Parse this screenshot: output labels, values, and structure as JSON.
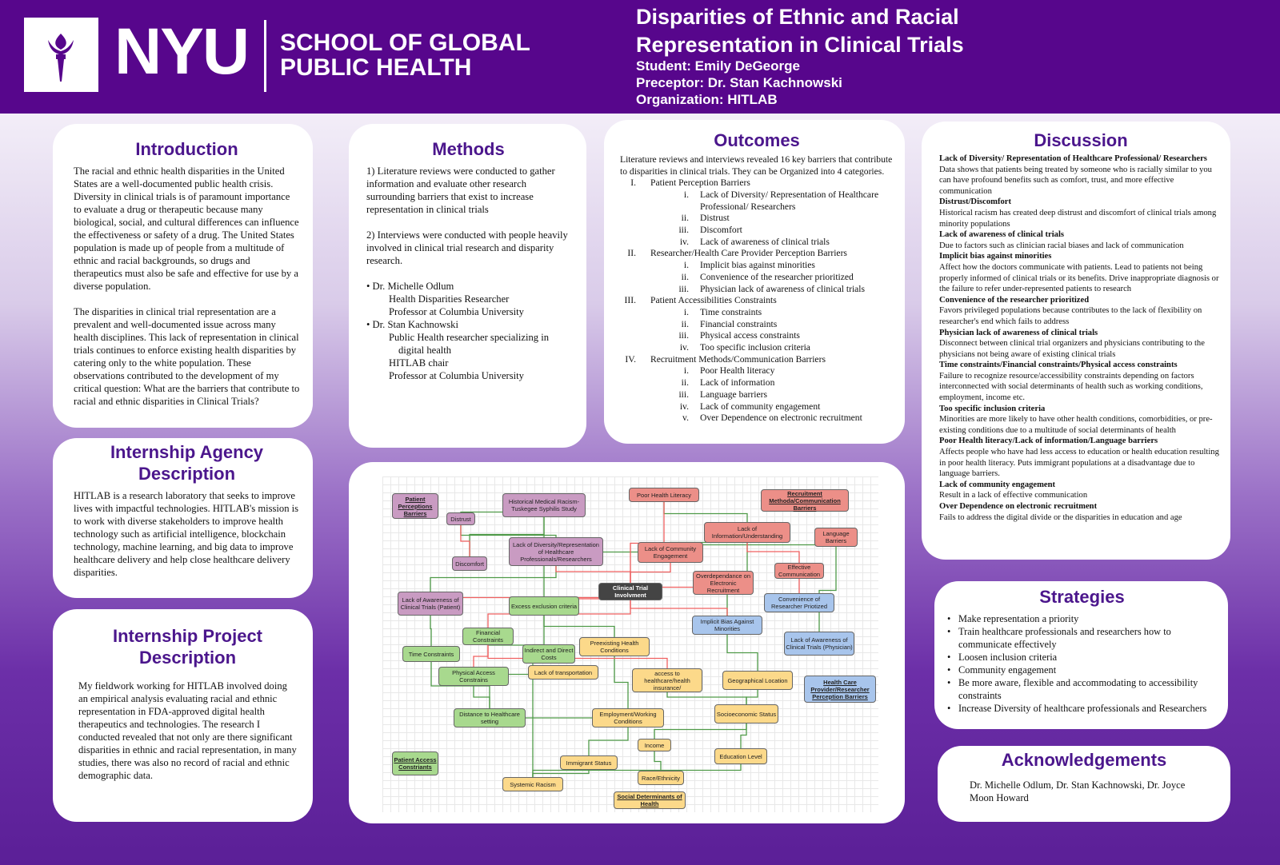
{
  "header": {
    "logo_text": "NYU",
    "school": "SCHOOL OF GLOBAL",
    "school2": "PUBLIC HEALTH",
    "title1": "Disparities of Ethnic and Racial",
    "title2": "Representation in Clinical Trials",
    "student": "Student: Emily DeGeorge",
    "preceptor": "Preceptor: Dr. Stan Kachnowski",
    "organization": "Organization: HITLAB"
  },
  "intro": {
    "title": "Introduction",
    "p1": "The racial and ethnic health disparities in the United States are a well-documented public health crisis. Diversity in clinical trials is of paramount importance to evaluate a drug or therapeutic because many biological, social, and cultural differences can influence the effectiveness or safety of a drug. The United States population is made up of people from a multitude of ethnic and racial backgrounds, so drugs and therapeutics must also be safe and effective for use by a diverse population.",
    "p2": "The disparities in clinical trial representation are a prevalent and well-documented issue across many health disciplines. This lack of representation in clinical trials continues to enforce existing health disparities by catering only to the white population. These observations contributed to the development of my critical question: What are the barriers that contribute to racial and ethnic disparities in Clinical Trials?"
  },
  "agency": {
    "title1": "Internship Agency",
    "title2": "Description",
    "p": "HITLAB is a research laboratory that seeks to improve lives with impactful technologies. HITLAB's mission is to work with diverse stakeholders to improve health technology such as artificial intelligence, blockchain technology, machine learning, and big data to improve healthcare delivery and help close healthcare delivery disparities."
  },
  "project": {
    "title1": "Internship Project",
    "title2": "Description",
    "p": "My fieldwork working for HITLAB involved doing an empirical analysis evaluating racial and ethnic representation in FDA-approved digital health therapeutics and technologies. The research I conducted revealed that not only are there significant disparities in ethnic and racial representation, in many studies, there was also no record of racial and ethnic demographic data."
  },
  "methods": {
    "title": "Methods",
    "m1": "1)   Literature reviews were conducted to gather information and evaluate other research surrounding barriers that exist to increase representation in clinical trials",
    "m2": "2) Interviews were conducted with people heavily involved in clinical trial research and disparity research.",
    "people": [
      {
        "name": "•  Dr. Michelle Odlum",
        "roles": [
          "Health Disparities Researcher",
          "Professor at Columbia University"
        ]
      },
      {
        "name": "•  Dr. Stan Kachnowski",
        "roles": [
          "Public Health researcher specializing in digital health",
          "HITLAB chair",
          "Professor at Columbia University"
        ]
      }
    ]
  },
  "outcomes": {
    "title": "Outcomes",
    "intro": "Literature reviews and interviews revealed 16 key barriers that contribute to disparities in clinical trials. They can be Organized into 4 categories.",
    "groups": [
      {
        "n": "I.",
        "label": "Patient Perception Barriers",
        "items": [
          [
            "i.",
            "Lack of Diversity/ Representation of Healthcare Professional/ Researchers"
          ],
          [
            "ii.",
            "Distrust"
          ],
          [
            "iii.",
            "Discomfort"
          ],
          [
            "iv.",
            "Lack of awareness of clinical trials"
          ]
        ]
      },
      {
        "n": "II.",
        "label": "Researcher/Health Care Provider Perception Barriers",
        "items": [
          [
            "i.",
            "Implicit bias against minorities"
          ],
          [
            "ii.",
            "Convenience of the researcher prioritized"
          ],
          [
            "iii.",
            "Physician lack of awareness of clinical trials"
          ]
        ]
      },
      {
        "n": "III.",
        "label": "Patient Accessibilities Constraints",
        "items": [
          [
            "i.",
            "Time constraints"
          ],
          [
            "ii.",
            "Financial constraints"
          ],
          [
            "iii.",
            "Physical access constraints"
          ],
          [
            "iv.",
            "Too specific inclusion criteria"
          ]
        ]
      },
      {
        "n": "IV.",
        "label": "Recruitment Methods/Communication Barriers",
        "items": [
          [
            "i.",
            "Poor Health literacy"
          ],
          [
            "ii.",
            "Lack of information"
          ],
          [
            "iii.",
            "Language barriers"
          ],
          [
            "iv.",
            "Lack of community engagement"
          ],
          [
            "v.",
            "Over Dependence on electronic recruitment"
          ]
        ]
      }
    ]
  },
  "discussion": {
    "title": "Discussion",
    "items": [
      [
        "Lack of Diversity/ Representation of Healthcare Professional/ Researchers",
        "Data shows that patients being treated by someone who is racially similar to you can have profound benefits such as comfort, trust, and more effective communication"
      ],
      [
        "Distrust/Discomfort",
        "Historical racism has created deep distrust and discomfort of clinical trials among minority populations"
      ],
      [
        "Lack of awareness of clinical trials",
        "Due to factors such as clinician racial biases and lack of communication"
      ],
      [
        "Implicit bias against minorities",
        "Affect how the doctors communicate with patients. Lead to patients not being properly informed of clinical trials or its benefits. Drive inappropriate diagnosis or the failure to refer under-represented patients to research"
      ],
      [
        "Convenience of the researcher prioritized",
        "Favors privileged populations because contributes to the lack of flexibility on researcher's end which fails to address"
      ],
      [
        "Physician lack of awareness of clinical trials",
        "Disconnect between clinical trial organizers and physicians contributing to the physicians not being aware of existing clinical trials"
      ],
      [
        "Time constraints/Financial constraints/Physical access constraints",
        "Failure to recognize resource/accessibility constraints depending on factors interconnected with social determinants of health such as  working conditions, employment, income etc."
      ],
      [
        "Too specific inclusion criteria",
        "Minorities are more likely to have other health conditions, comorbidities, or pre-existing conditions due to a multitude of social determinants of health"
      ],
      [
        "Poor Health literacy/Lack of information/Language barriers",
        "Affects people who have had less access to education or health education resulting in poor health literacy. Puts immigrant populations at a disadvantage due to language barriers."
      ],
      [
        "Lack of community engagement",
        "Result in a lack of effective communication"
      ],
      [
        "Over Dependence on electronic recruitment",
        "Fails to address the digital divide or the disparities in education and age"
      ]
    ]
  },
  "strategies": {
    "title": "Strategies",
    "items": [
      "Make representation a priority",
      "Train healthcare professionals and researchers how to communicate effectively",
      "Loosen inclusion criteria",
      "Community engagement",
      "Be more aware, flexible and accommodating to accessibility constraints",
      "Increase Diversity of healthcare professionals and Researchers"
    ]
  },
  "ack": {
    "title": "Acknowledgements",
    "text": "Dr. Michelle Odlum, Dr. Stan Kachnowski, Dr. Joyce Moon Howard"
  },
  "diagram": {
    "nodes": {
      "ppb": "Patient Perceptions Barriers",
      "hist": "Historical Medical Racism-Tuskegee Syphilis Study",
      "distrust": "Distrust",
      "phl": "Poor Health Literacy",
      "rmcb": "Recruitment Methoda/Communication Barriers",
      "loi": "Lack of Information/Understanding",
      "lang": "Language Barriers",
      "lod": "Lack of Diversity/Representation of Healthcare Professionals/Researchers",
      "lce": "Lack of Community Engagement",
      "disc": "Discomfort",
      "eff": "Effective Communication",
      "over": "Overdependance on Electronic Recruitment",
      "cti": "Clinical Trial Involvment",
      "lap": "Lack of Awareness of Clinical Trials (Patient)",
      "exc": "Excess exclusion criteria",
      "conv": "Convenience of Researcher Priotized",
      "ibm": "Implicit Bias Against Minorities",
      "laph": "Lack of Awareness of Clinical Trials (Physician)",
      "fin": "Financial Constraints",
      "time": "Time Constraints",
      "idc": "Indirect and Direct Costs",
      "pre": "Preexisting Health Conditions",
      "pac": "Physical Access Constrains",
      "lot": "Lack of transportation",
      "ahi": "access to healthcare/health insurance/",
      "geo": "Geographical Location",
      "hcp": "Health Care Provider/Researcher Perception Barriers",
      "ses": "Socioeconomic Status",
      "dist": "Distance to Healthcare setting",
      "emp": "Employment/Working Conditions",
      "inc": "Income",
      "edu": "Education Level",
      "pacb": "Patient Access Constriants",
      "imm": "Immigrant Status",
      "race": "Race/Ethnicity",
      "sys": "Systemic Racism",
      "sdh": "Social Determinants of Health"
    },
    "edges_red": [
      [
        "lap",
        "cti"
      ],
      [
        "exc",
        "cti"
      ],
      [
        "fin",
        "cti"
      ],
      [
        "lod",
        "cti"
      ],
      [
        "lce",
        "cti"
      ],
      [
        "over",
        "cti"
      ],
      [
        "ibm",
        "cti"
      ],
      [
        "phl",
        "cti"
      ],
      [
        "distrust",
        "disc"
      ],
      [
        "conv",
        "eff"
      ],
      [
        "eff",
        "loi"
      ],
      [
        "pac",
        "fin"
      ],
      [
        "ahi",
        "fin"
      ]
    ],
    "edges_green": [
      [
        "hist",
        "distrust"
      ],
      [
        "hist",
        "disc"
      ],
      [
        "lod",
        "distrust"
      ],
      [
        "lod",
        "lce"
      ],
      [
        "phl",
        "loi"
      ],
      [
        "lce",
        "loi"
      ],
      [
        "lang",
        "lce"
      ],
      [
        "lod",
        "lap"
      ],
      [
        "time",
        "lap"
      ],
      [
        "idc",
        "fin"
      ],
      [
        "lot",
        "pac"
      ],
      [
        "dist",
        "pac"
      ],
      [
        "dist",
        "time"
      ],
      [
        "ses",
        "ahi"
      ],
      [
        "ses",
        "geo"
      ],
      [
        "edu",
        "ses"
      ],
      [
        "inc",
        "ses"
      ],
      [
        "race",
        "inc"
      ],
      [
        "imm",
        "emp"
      ],
      [
        "sys",
        "imm"
      ],
      [
        "sys",
        "edu"
      ],
      [
        "emp",
        "dist"
      ],
      [
        "pre",
        "exc"
      ],
      [
        "geo",
        "ibm"
      ],
      [
        "laph",
        "lang"
      ],
      [
        "ibm",
        "loi"
      ],
      [
        "emp",
        "pre"
      ],
      [
        "sys",
        "hist"
      ]
    ]
  },
  "colors": {
    "brand": "#57068c",
    "heading": "#4b168c"
  }
}
